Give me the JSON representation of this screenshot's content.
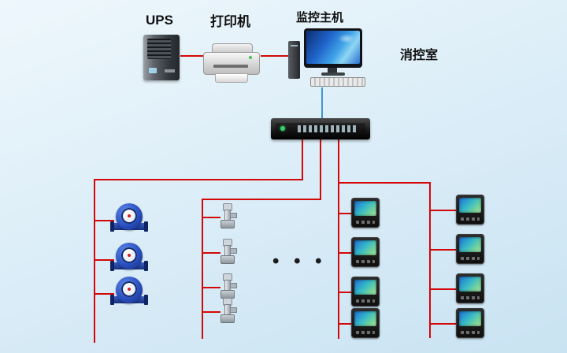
{
  "labels": {
    "ups": "UPS",
    "printer": "打印机",
    "monitor_host": "监控主机",
    "control_room": "消控室",
    "ellipsis": "• • •"
  },
  "colors": {
    "cable_red": "#d40808",
    "cable_blue": "#3e97d6",
    "background_top": "#eef7fc",
    "background_bottom": "#c9e3f2"
  },
  "diagram": {
    "type": "system-topology",
    "top_row_devices": [
      "UPS",
      "打印机",
      "监控主机"
    ],
    "room_label": "消控室",
    "branch_device_counts": {
      "water_meters": 3,
      "sensors": 4,
      "panel_meters_left_column": 4,
      "panel_meters_right_column": 4
    }
  }
}
